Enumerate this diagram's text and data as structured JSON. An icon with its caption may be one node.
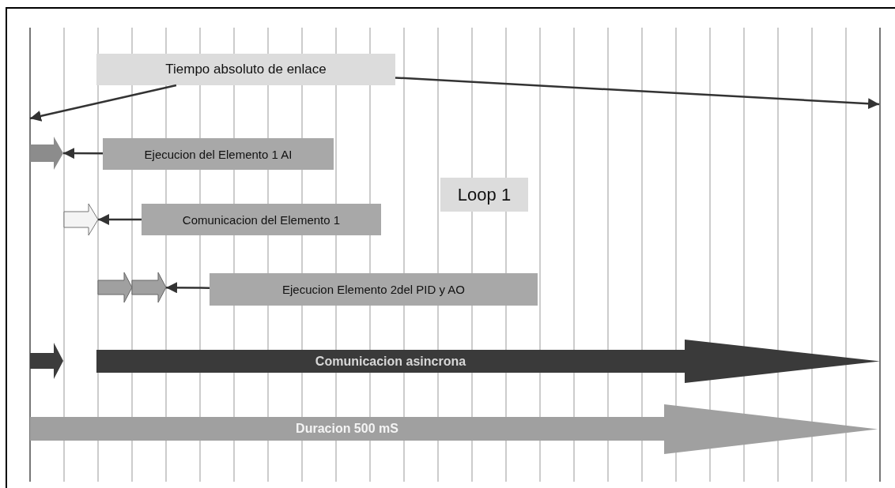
{
  "diagram": {
    "nodes": [
      {
        "text": [
          "Tiempo absoluto de enlace"
        ]
      },
      {
        "text": [],
        "shape": "arrow"
      },
      {
        "text": [
          "Ejecucion del Elemento 1 AI"
        ]
      },
      {
        "text": [
          "Loop 1"
        ]
      },
      {
        "text": [],
        "shape": "arrow"
      },
      {
        "text": [
          "Comunicacion del Elemento 1"
        ]
      },
      {
        "text": [],
        "shape": "arrow"
      },
      {
        "text": [],
        "shape": "arrow"
      },
      {
        "text": [
          "Ejecucion Elemento 2del PID y AO"
        ]
      },
      {
        "text": [],
        "shape": "arrow"
      },
      {
        "text": [
          "Comunicacion asincrona"
        ]
      },
      {
        "text": [
          "Duracion 500 mS"
        ]
      }
    ],
    "edges": [
      {
        "from": 0,
        "to": null,
        "arrow": "to"
      },
      {
        "from": 0,
        "to": null,
        "arrow": "to"
      },
      {
        "from": 2,
        "to": 1,
        "arrow": "to"
      },
      {
        "from": 5,
        "to": 4,
        "arrow": "to"
      },
      {
        "from": 8,
        "to": 7,
        "arrow": "to"
      }
    ]
  }
}
